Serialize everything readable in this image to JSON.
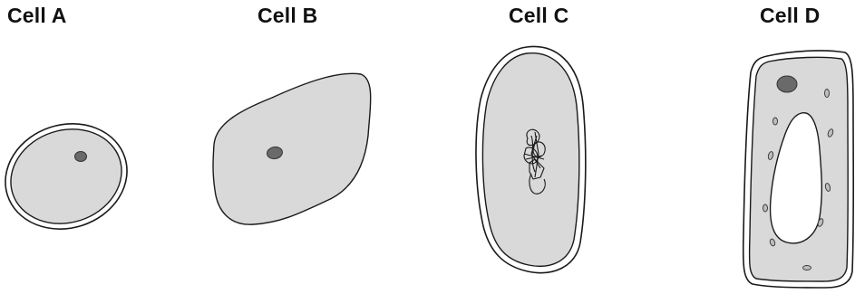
{
  "labels": {
    "cell_a": "Cell A",
    "cell_b": "Cell B",
    "cell_c": "Cell C",
    "cell_d": "Cell D"
  },
  "colors": {
    "cytoplasm": "#d9d9d9",
    "outline": "#1a1a1a",
    "nucleus": "#6a6a6a",
    "background": "#ffffff"
  }
}
